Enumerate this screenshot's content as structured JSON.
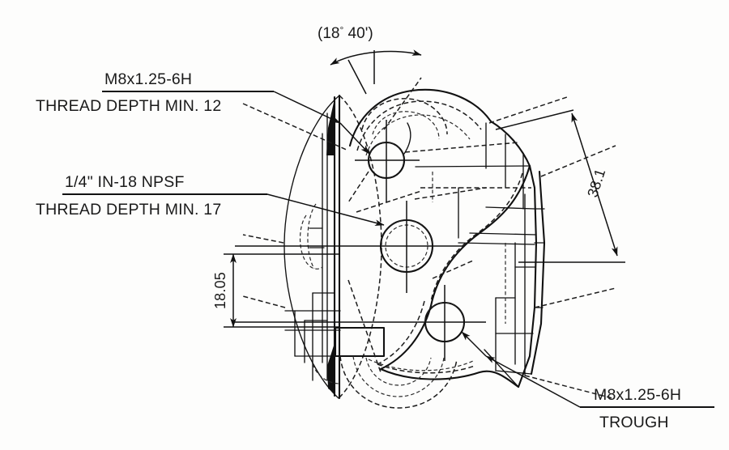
{
  "drawing": {
    "type": "engineering-section-drawing",
    "background_color": "#fdfdfc",
    "line_color": "#111111",
    "annotations": {
      "angle_callout": {
        "value": "(18",
        "degree_symbol": "°",
        "minutes": " 40')",
        "full_text": "(18° 40')",
        "position": "top-center"
      },
      "note_upper": {
        "line1": "M8x1.25-6H",
        "line2": "THREAD DEPTH MIN. 12",
        "position": "top-left"
      },
      "note_middle": {
        "line1": "1/4\" IN-18 NPSF",
        "line2": "THREAD DEPTH MIN. 17",
        "position": "middle-left"
      },
      "note_lower": {
        "line1": "M8x1.25-6H",
        "line2": "TROUGH",
        "position": "bottom-right"
      },
      "dimension_vertical": {
        "value": "18.05",
        "orientation": "rotated-90",
        "position": "left-of-part"
      },
      "dimension_inclined": {
        "value": "38.1",
        "orientation": "rotated-along-line",
        "position": "right-of-part"
      }
    },
    "icons": {
      "arrowhead": "arrow-head-icon",
      "leader": "leader-line-icon",
      "centerline": "center-line-icon"
    }
  }
}
